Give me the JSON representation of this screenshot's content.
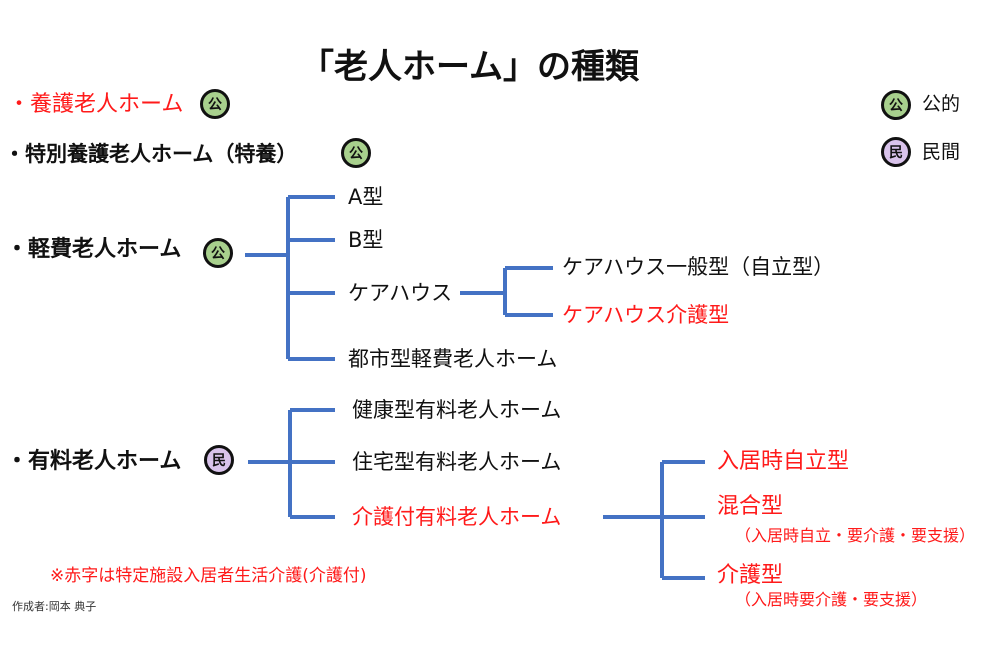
{
  "title": "「老人ホーム」の種類",
  "colors": {
    "branch": "#4472c4",
    "red": "#ff1a1a",
    "public_badge": "#a8d08d",
    "private_badge": "#d9c3eb"
  },
  "legend": {
    "public_badge": "公",
    "public_label": "公的",
    "private_badge": "民",
    "private_label": "民間"
  },
  "categories": {
    "yogo": {
      "label": "・養護老人ホーム",
      "badge": "公"
    },
    "tokuyo": {
      "label": "・特別養護老人ホーム（特養）",
      "badge": "公"
    },
    "keihi": {
      "label": "・軽費老人ホーム",
      "badge": "公"
    },
    "yuryo": {
      "label": "・有料老人ホーム",
      "badge": "民"
    }
  },
  "keihi_types": {
    "a": "A型",
    "b": "B型",
    "carehouse": "ケアハウス",
    "urban": "都市型軽費老人ホーム",
    "carehouse_general": "ケアハウス一般型（自立型）",
    "carehouse_care": "ケアハウス介護型"
  },
  "yuryo_types": {
    "health": "健康型有料老人ホーム",
    "residential": "住宅型有料老人ホーム",
    "care": "介護付有料老人ホーム",
    "indep": "入居時自立型",
    "mixed": "混合型",
    "mixed_sub": "（入居時自立・要介護・要支援）",
    "caretype": "介護型",
    "caretype_sub": "（入居時要介護・要支援）"
  },
  "note": "※赤字は特定施設入居者生活介護(介護付)",
  "author": "作成者:岡本 典子"
}
